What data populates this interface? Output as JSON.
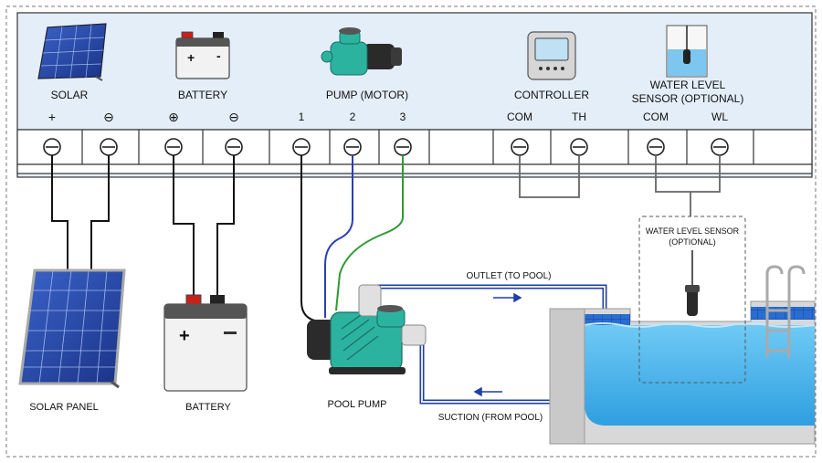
{
  "header": {
    "solar": "SOLAR",
    "battery": "BATTERY",
    "pump": "PUMP (MOTOR)",
    "controller": "CONTROLLER",
    "sensor_line1": "WATER LEVEL",
    "sensor_line2": "SENSOR (OPTIONAL)"
  },
  "terminals": {
    "solar_pos": "+",
    "solar_neg": "⊖",
    "battery_pos": "⊕",
    "battery_neg": "⊖",
    "pump_1": "1",
    "pump_2": "2",
    "pump_3": "3",
    "ctrl_com": "COM",
    "ctrl_th": "TH",
    "sensor_com": "COM",
    "sensor_wl": "WL"
  },
  "components": {
    "solar_panel": "SOLAR PANEL",
    "battery": "BATTERY",
    "pool_pump": "POOL PUMP",
    "outlet": "OUTLET (TO POOL)",
    "suction": "SUCTION (FROM POOL)",
    "sensor_line1": "WATER LEVEL SENSOR",
    "sensor_line2": "(OPTIONAL)"
  },
  "colors": {
    "header_bg": "#e4eef9",
    "wire_black": "#111111",
    "wire_blue": "#2b3fb5",
    "wire_green": "#2e9a33",
    "pipe": "#1f3fa8",
    "pump_body": "#2bb3a0",
    "water": "#4fb8ec"
  }
}
